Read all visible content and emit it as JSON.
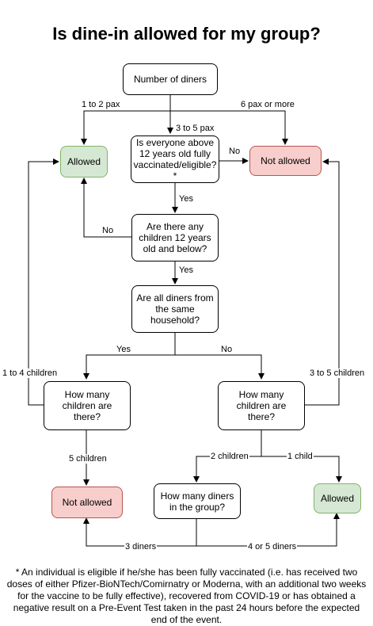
{
  "title": "Is dine-in allowed for my group?",
  "nodes": {
    "number_of_diners": "Number of diners",
    "allowed_top": "Allowed",
    "above_12": "Is everyone above 12 years old fully vaccinated/eligible?*",
    "not_allowed_top": "Not allowed",
    "children_12": "Are there any children 12 years old and below?",
    "same_household": "Are all diners from the same household?",
    "how_many_children_left": "How many children are there?",
    "how_many_children_right": "How many children are there?",
    "not_allowed_bottom": "Not allowed",
    "how_many_diners": "How many diners in the group?",
    "allowed_bottom": "Allowed"
  },
  "edges": {
    "one_to_two": "1 to 2 pax",
    "six_or_more": "6 pax or more",
    "three_to_five": "3 to 5 pax",
    "no_vaccinated": "No",
    "yes_vaccinated": "Yes",
    "no_children": "No",
    "yes_children": "Yes",
    "yes_household": "Yes",
    "no_household": "No",
    "one_to_four_children": "1 to 4 children",
    "three_to_five_children": "3 to 5 children",
    "five_children": "5 children",
    "two_children": "2 children",
    "one_child": "1 child",
    "three_diners": "3 diners",
    "four_or_five_diners": "4 or 5 diners"
  },
  "footnote": "* An individual is eligible if he/she has been fully vaccinated (i.e. has received two doses of either Pfizer-BioNTech/Comirnatry or Moderna, with an additional two weeks for the vaccine to be fully effective), recovered from COVID-19 or has obtained a negative result on a Pre-Event Test taken in the past 24 hours before the expected end of the event.",
  "colors": {
    "allowed_fill": "#d5e8d4",
    "allowed_stroke": "#82b366",
    "not_allowed_fill": "#f8cecc",
    "not_allowed_stroke": "#b85450"
  }
}
